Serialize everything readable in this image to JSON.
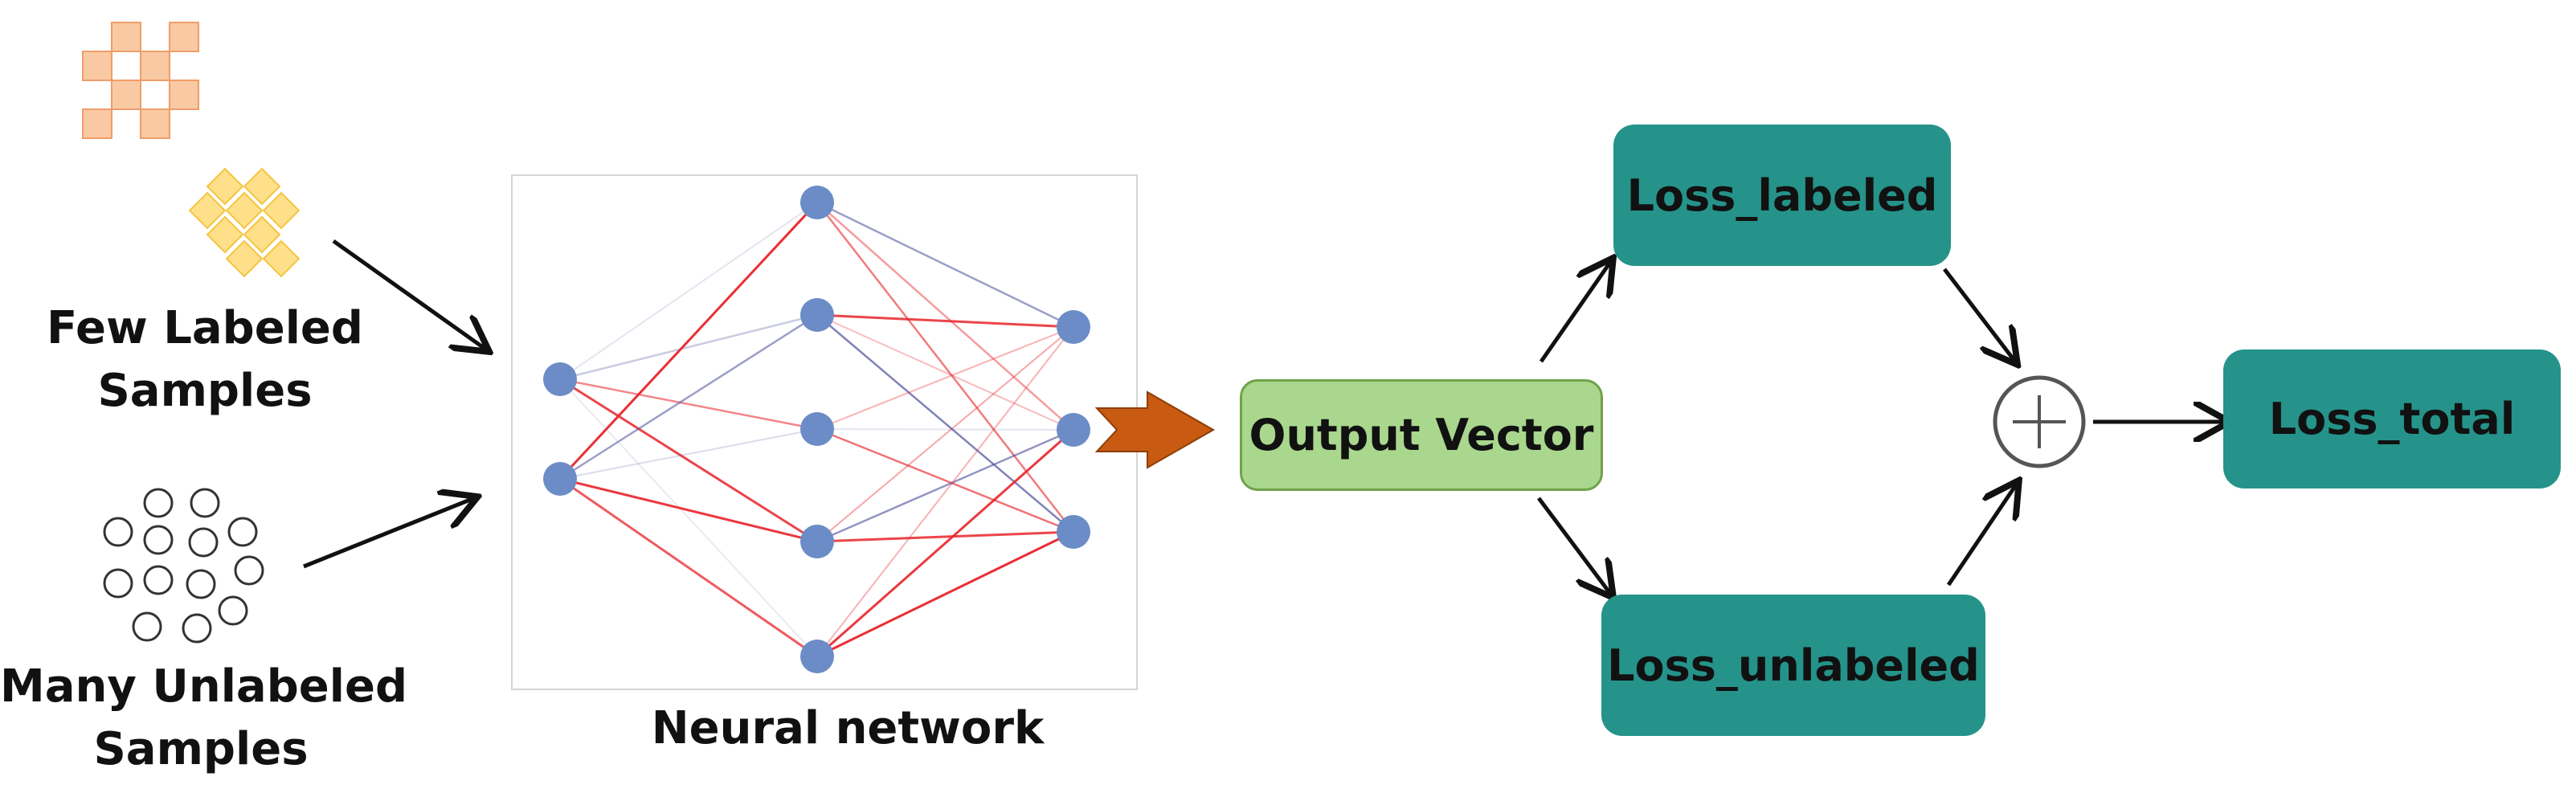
{
  "inputs": {
    "labeled": [
      "Few Labeled",
      "Samples"
    ],
    "unlabeled": [
      "Many Unlabeled",
      "Samples"
    ]
  },
  "network": {
    "caption": "Neural network",
    "layers": [
      2,
      5,
      3
    ]
  },
  "nodes": {
    "output": "Output Vector",
    "loss_labeled": "Loss_labeled",
    "loss_unlabeled": "Loss_unlabeled",
    "loss_total": "Loss_total"
  },
  "operator": {
    "icon": "plus-circle-icon"
  },
  "colors": {
    "teal": "#25938a",
    "green": "#a9d78d",
    "green_border": "#6fa24a",
    "orange_square": "#f9c9a4",
    "yellow_diamond": "#ffe08a",
    "node_blue": "#6b8cc7",
    "edge_red": "#e8242a",
    "edge_blue": "#4a4f9a",
    "big_arrow": "#c85a12"
  }
}
